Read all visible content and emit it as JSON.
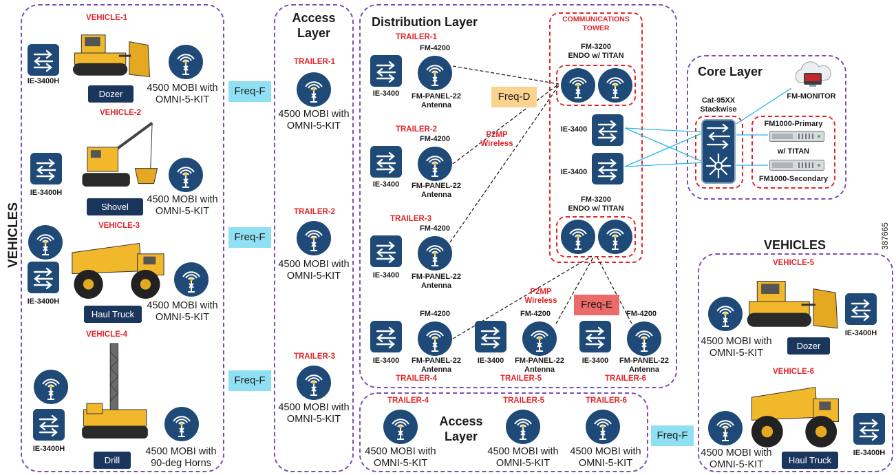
{
  "sections": {
    "vehicles_left": "VEHICLES",
    "access_layer_1": "Access Layer",
    "access_layer_1_line2": "",
    "distribution_layer": "Distribution Layer",
    "access_layer_2_line1": "Access",
    "access_layer_2_line2": "Layer",
    "core_layer": "Core Layer",
    "vehicles_right": "VEHICLES",
    "access_top_line1": "Access",
    "access_top_line2": "Layer"
  },
  "figure_number": "387665",
  "freq": {
    "f": "Freq-F",
    "d": "Freq-D",
    "e": "Freq-E"
  },
  "vehicles": {
    "v1": {
      "title": "VEHICLE-1",
      "type": "Dozer",
      "switch": "IE-3400H",
      "radio_line1": "4500 MOBI with",
      "radio_line2": "OMNI-5-KIT"
    },
    "v2": {
      "title": "VEHICLE-2",
      "type": "Shovel",
      "switch": "IE-3400H",
      "radio_line1": "4500 MOBI with",
      "radio_line2": "OMNI-5-KIT"
    },
    "v3": {
      "title": "VEHICLE-3",
      "type": "Haul Truck",
      "switch": "IE-3400H",
      "radio_line1": "4500 MOBI with",
      "radio_line2": "OMNI-5-KIT"
    },
    "v4": {
      "title": "VEHICLE-4",
      "type": "Drill",
      "switch": "IE-3400H",
      "radio_line1": "4500 MOBI with",
      "radio_line2": "90-deg Horns"
    },
    "v5": {
      "title": "VEHICLE-5",
      "type": "Dozer",
      "switch": "IE-3400H",
      "radio_line1": "4500 MOBI with",
      "radio_line2": "OMNI-5-KIT"
    },
    "v6": {
      "title": "VEHICLE-6",
      "type": "Haul Truck",
      "switch": "IE-3400H",
      "radio_line1": "4500 MOBI with",
      "radio_line2": "OMNI-5-KIT"
    }
  },
  "access_trailers": {
    "t1": {
      "title": "TRAILER-1",
      "radio_line1": "4500 MOBI with",
      "radio_line2": "OMNI-5-KIT"
    },
    "t2": {
      "title": "TRAILER-2",
      "radio_line1": "4500 MOBI with",
      "radio_line2": "OMNI-5-KIT"
    },
    "t3": {
      "title": "TRAILER-3",
      "radio_line1": "4500 MOBI with",
      "radio_line2": "OMNI-5-KIT"
    },
    "t4": {
      "title": "TRAILER-4",
      "radio_line1": "4500 MOBI with",
      "radio_line2": "OMNI-5-KIT"
    },
    "t5": {
      "title": "TRAILER-5",
      "radio_line1": "4500 MOBI with",
      "radio_line2": "OMNI-5-KIT"
    },
    "t6": {
      "title": "TRAILER-6",
      "radio_line1": "4500 MOBI with",
      "radio_line2": "OMNI-5-KIT"
    }
  },
  "dist_trailers": {
    "t1": {
      "title": "TRAILER-1",
      "radio": "FM-4200",
      "switch": "IE-3400",
      "antenna_line1": "FM-PANEL-22",
      "antenna_line2": "Antenna"
    },
    "t2": {
      "title": "TRAILER-2",
      "radio": "FM-4200",
      "switch": "IE-3400",
      "antenna_line1": "FM-PANEL-22",
      "antenna_line2": "Antenna"
    },
    "t3": {
      "title": "TRAILER-3",
      "radio": "FM-4200",
      "switch": "IE-3400",
      "antenna_line1": "FM-PANEL-22",
      "antenna_line2": "Antenna"
    },
    "t4": {
      "title": "TRAILER-4",
      "radio": "FM-4200",
      "switch": "IE-3400",
      "antenna_line1": "FM-PANEL-22",
      "antenna_line2": "Antenna"
    },
    "t5": {
      "title": "TRAILER-5",
      "radio": "FM-4200",
      "switch": "IE-3400",
      "antenna_line1": "FM-PANEL-22",
      "antenna_line2": "Antenna"
    },
    "t6": {
      "title": "TRAILER-6",
      "radio": "FM-4200",
      "switch": "IE-3400",
      "antenna_line1": "FM-PANEL-22",
      "antenna_line2": "Antenna"
    }
  },
  "tower": {
    "title_line1": "COMMUNICATIONS",
    "title_line2": "TOWER",
    "endo_top_line1": "FM-3200",
    "endo_top_line2": "ENDO w/ TITAN",
    "endo_bottom_line1": "FM-3200",
    "endo_bottom_line2": "ENDO w/ TITAN",
    "switch_1": "IE-3400",
    "switch_2": "IE-3400"
  },
  "wireless": {
    "p2mp_1_line1": "P2MP",
    "p2mp_1_line2": "Wireless",
    "p2mp_2_line1": "P2MP",
    "p2mp_2_line2": "Wireless"
  },
  "core": {
    "stack_line1": "Cat-95XX",
    "stack_line2": "Stackwise",
    "monitor": "FM-MONITOR",
    "primary": "FM1000-Primary",
    "titan": "w/ TITAN",
    "secondary": "FM1000-Secondary"
  },
  "colors": {
    "purple_border": "#7a4fb5",
    "red_border": "#e0262b",
    "freq_f": "#8fe0f2",
    "freq_d": "#fbd38e",
    "freq_e": "#ec6a67",
    "device_blue": "#1f4a78",
    "dark_label": "#1b365d",
    "link_blue": "#29b6e6"
  },
  "icons": [
    "switch-icon",
    "wireless-antenna-icon",
    "dozer-icon",
    "shovel-icon",
    "haul-truck-icon",
    "drill-icon",
    "cloud-monitor-icon",
    "server-icon",
    "core-switch-icon"
  ]
}
